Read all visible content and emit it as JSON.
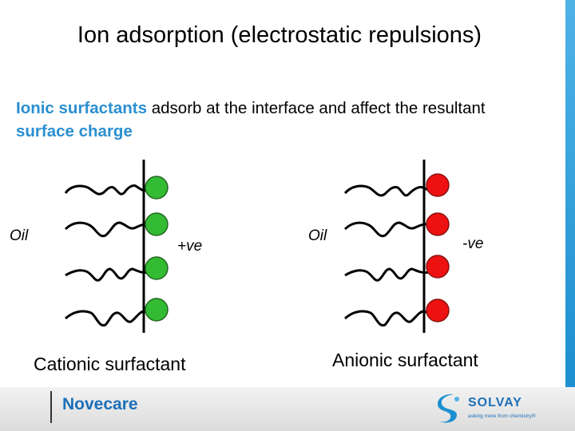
{
  "title": "Ion adsorption (electrostatic repulsions)",
  "subtitle": {
    "part1": "Ionic surfactants",
    "part2": " adsorb at the interface and affect the resultant ",
    "part3": "surface charge"
  },
  "panels": [
    {
      "oil": "Oil",
      "charge": "+ve",
      "caption": "Cationic surfactant",
      "head_color": "#33bb33"
    },
    {
      "oil": "Oil",
      "charge": "-ve",
      "caption": "Anionic surfactant",
      "head_color": "#ee1111"
    }
  ],
  "footer": {
    "brand": "Novecare",
    "company": "SOLVAY",
    "tagline": "asking more from chemistry®"
  },
  "colors": {
    "accent": "#2a8fd0",
    "stripe": "#1c8fd0"
  }
}
